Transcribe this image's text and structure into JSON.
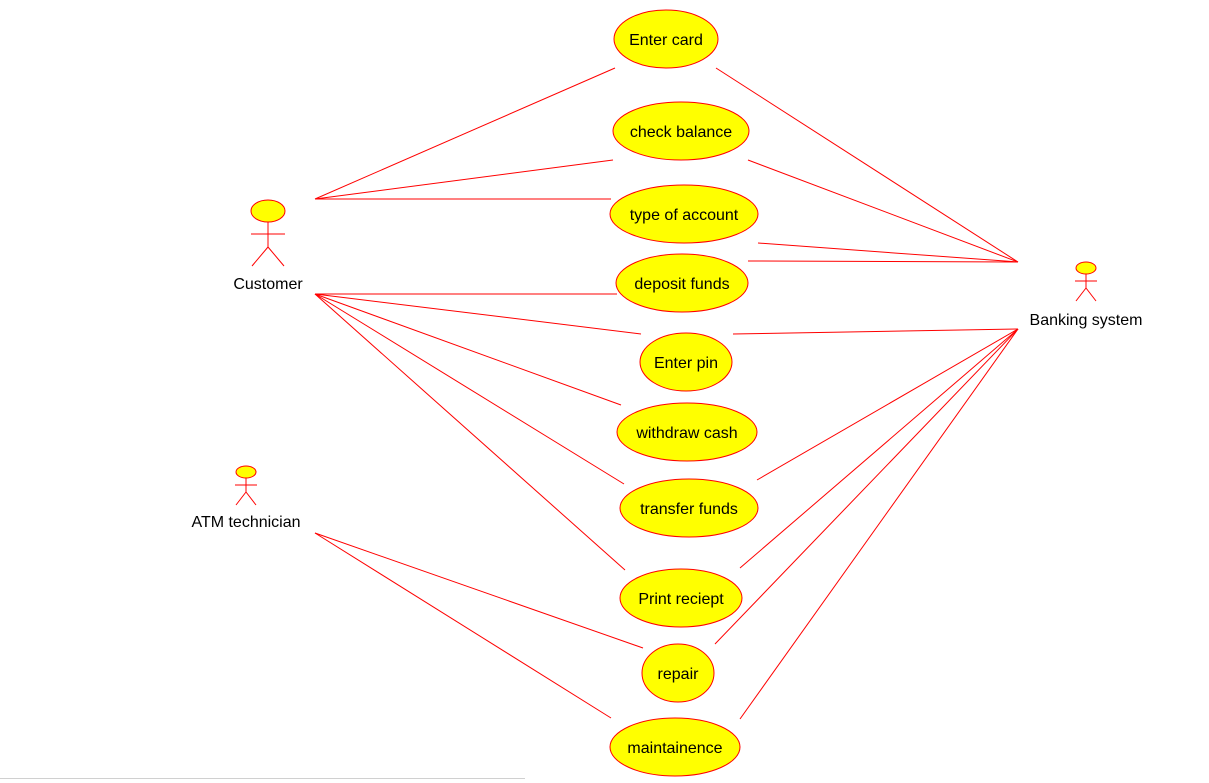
{
  "diagram": {
    "type": "use-case",
    "colors": {
      "stroke": "#ff0000",
      "fill": "#ffff00",
      "text": "#000000"
    },
    "actors": [
      {
        "id": "customer",
        "label": "Customer"
      },
      {
        "id": "banking",
        "label": "Banking system"
      },
      {
        "id": "technician",
        "label": "ATM technician"
      }
    ],
    "use_cases": [
      {
        "id": "enter-card",
        "label": "Enter card"
      },
      {
        "id": "check-balance",
        "label": "check balance"
      },
      {
        "id": "type-of-account",
        "label": "type of account"
      },
      {
        "id": "deposit-funds",
        "label": "deposit funds"
      },
      {
        "id": "enter-pin",
        "label": "Enter pin"
      },
      {
        "id": "withdraw-cash",
        "label": "withdraw cash"
      },
      {
        "id": "transfer-funds",
        "label": "transfer funds"
      },
      {
        "id": "print-reciept",
        "label": "Print reciept"
      },
      {
        "id": "repair",
        "label": "repair"
      },
      {
        "id": "maintainence",
        "label": "maintainence"
      }
    ],
    "associations": [
      [
        "customer",
        "enter-card"
      ],
      [
        "customer",
        "check-balance"
      ],
      [
        "customer",
        "type-of-account"
      ],
      [
        "customer",
        "deposit-funds"
      ],
      [
        "customer",
        "enter-pin"
      ],
      [
        "customer",
        "withdraw-cash"
      ],
      [
        "customer",
        "transfer-funds"
      ],
      [
        "customer",
        "print-reciept"
      ],
      [
        "banking",
        "enter-card"
      ],
      [
        "banking",
        "check-balance"
      ],
      [
        "banking",
        "type-of-account"
      ],
      [
        "banking",
        "deposit-funds"
      ],
      [
        "banking",
        "enter-pin"
      ],
      [
        "banking",
        "transfer-funds"
      ],
      [
        "banking",
        "print-reciept"
      ],
      [
        "banking",
        "repair"
      ],
      [
        "banking",
        "maintainence"
      ],
      [
        "technician",
        "repair"
      ],
      [
        "technician",
        "maintainence"
      ]
    ]
  }
}
